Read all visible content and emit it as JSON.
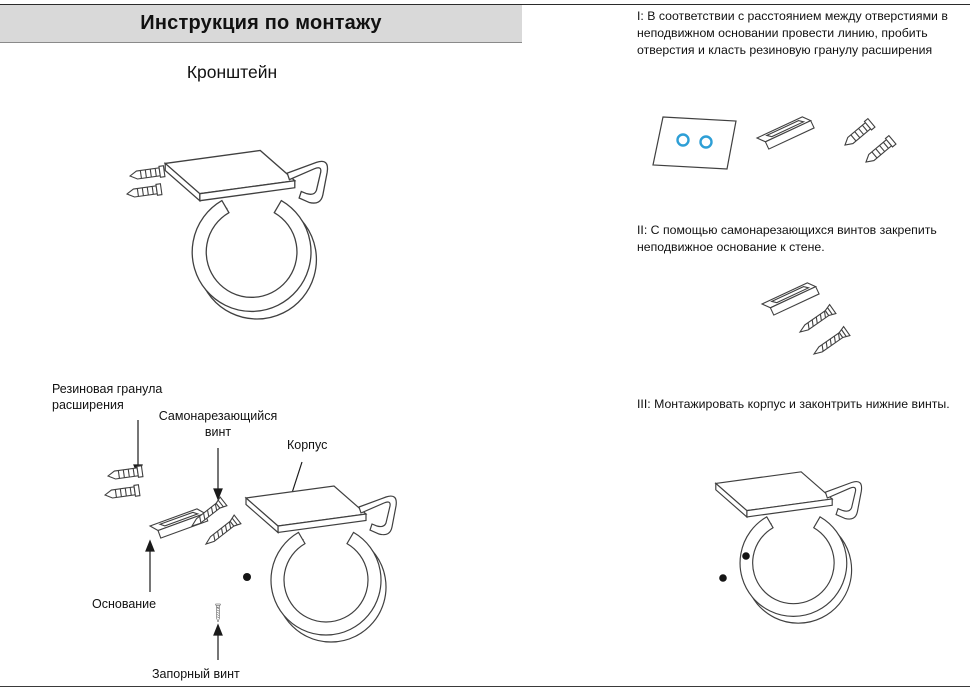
{
  "header": {
    "title": "Инструкция по монтажу"
  },
  "product": {
    "name": "Кронштейн"
  },
  "diagram_labels": {
    "rubber_plug": "Резиновая гранула\nрасширения",
    "self_tapping_screw": "Самонарезающийся\nвинт",
    "body": "Корпус",
    "base": "Основание",
    "lock_screw": "Запорный винт"
  },
  "steps": [
    {
      "text": "I: В соответствии с расстоянием между отверстиями в неподвижном основании провести линию, пробить отверстия и класть резиновую гранулу расширения"
    },
    {
      "text": "II: С помощью самонарезающихся винтов закрепить неподвижное основание к стене."
    },
    {
      "text": "III: Монтажировать корпус и законтрить нижние винты."
    }
  ],
  "colors": {
    "header_bg": "#d9d9d9",
    "hole_accent": "#2e9fd6"
  }
}
